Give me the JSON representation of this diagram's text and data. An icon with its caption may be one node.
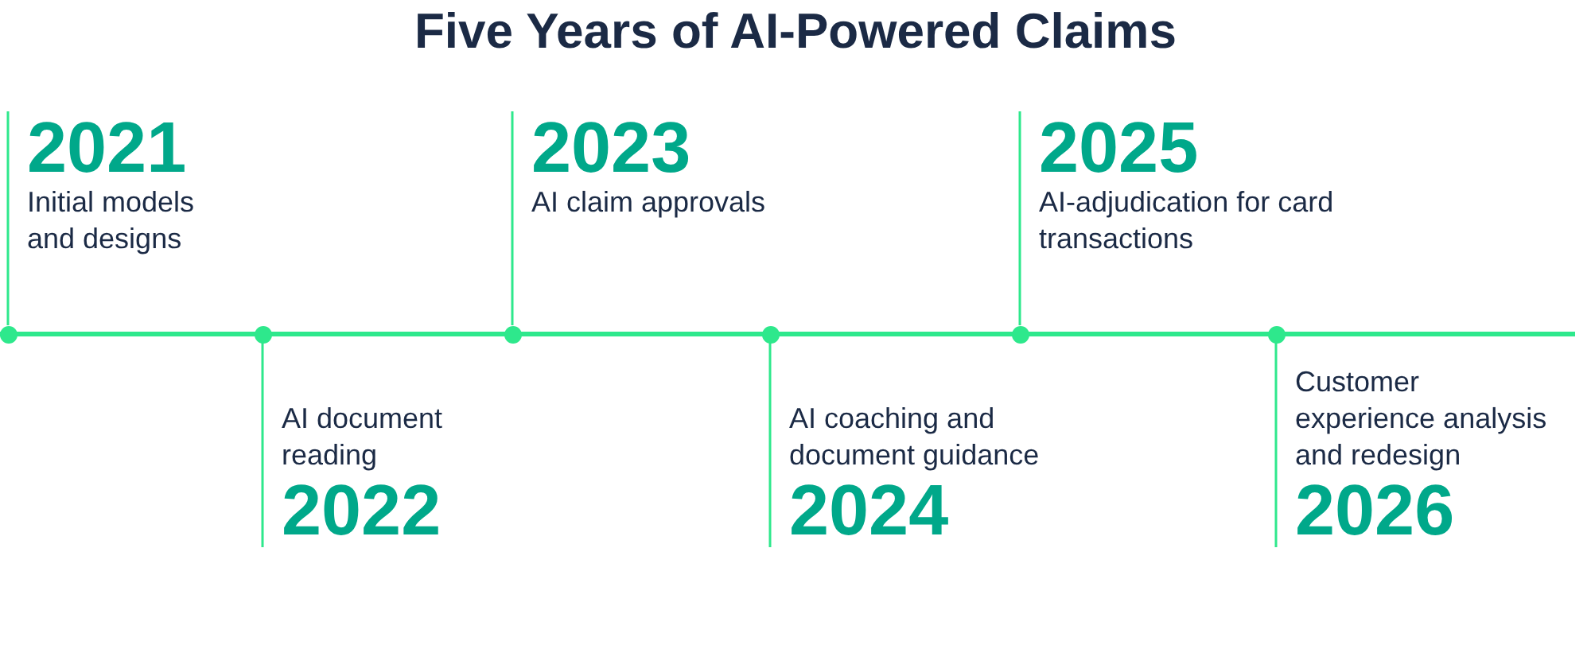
{
  "diagram": {
    "title": "Five Years of AI-Powered Claims",
    "nodes": [
      {
        "text": [
          "2021",
          "Initial models and designs"
        ]
      },
      {
        "text": [
          "AI document reading",
          "2022"
        ]
      },
      {
        "text": [
          "2023",
          "AI claim approvals"
        ]
      },
      {
        "text": [
          "AI coaching and document guidance",
          "2024"
        ]
      },
      {
        "text": [
          "2025",
          "AI-adjudication for card transactions"
        ]
      },
      {
        "text": [
          "Customer experience analysis and redesign",
          "2026"
        ]
      },
      {
        "text": [],
        "shape": "circle"
      },
      {
        "text": [],
        "shape": "circle"
      },
      {
        "text": [],
        "shape": "circle"
      },
      {
        "text": [],
        "shape": "circle"
      },
      {
        "text": [],
        "shape": "circle"
      },
      {
        "text": [],
        "shape": "circle"
      }
    ],
    "edges": [
      {
        "from": 6,
        "to": 0,
        "arrow": "none"
      },
      {
        "from": 7,
        "to": 1,
        "arrow": "none"
      },
      {
        "from": 8,
        "to": 2,
        "arrow": "none"
      },
      {
        "from": 9,
        "to": 3,
        "arrow": "none"
      },
      {
        "from": 10,
        "to": 4,
        "arrow": "none"
      },
      {
        "from": 11,
        "to": 5,
        "arrow": "none"
      }
    ]
  }
}
